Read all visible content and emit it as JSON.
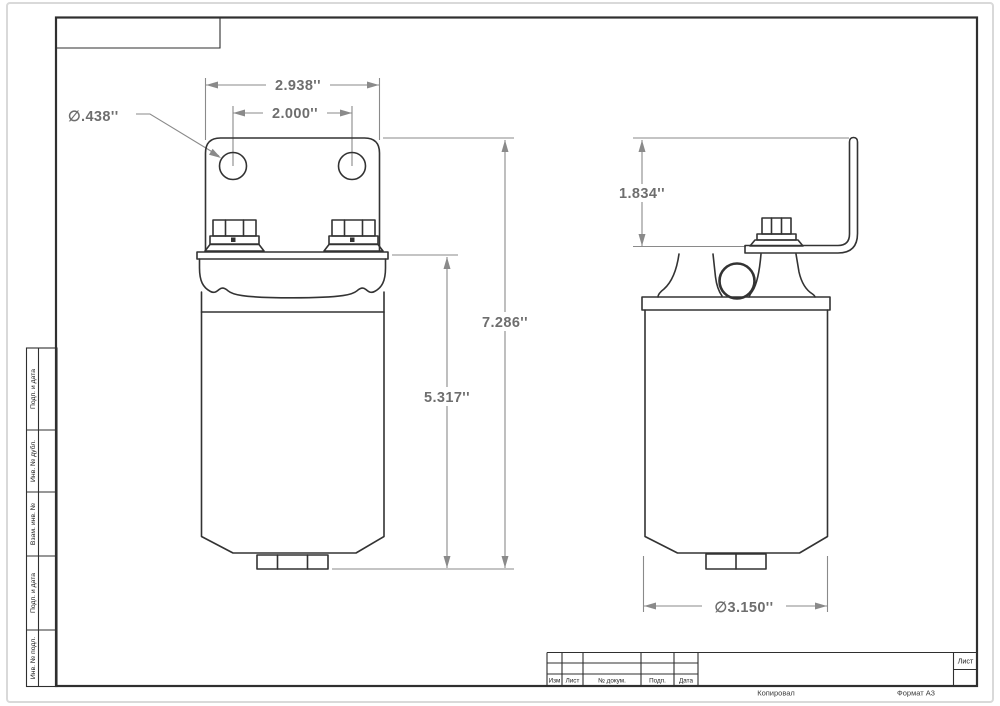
{
  "colors": {
    "paper": "#ffffff",
    "line": "#333333",
    "frame": "#2f2f2f",
    "dim": "#8a8a8a",
    "dim_text": "#6e6e6e",
    "border": "#d9d9d9"
  },
  "drawing": {
    "front_view": {
      "dim_outer_width": "2.938''",
      "dim_hole_spacing": "2.000''",
      "hole_diameter_label": "∅.438''",
      "dim_total_height": "7.286''",
      "dim_body_height": "5.317''"
    },
    "side_view": {
      "dim_bracket_height": "1.834''",
      "dim_body_diameter": "∅3.150''"
    }
  },
  "frame": {
    "sidebar_cells": [
      {
        "label": "Подп. и дата"
      },
      {
        "label": "Инв. № дубл."
      },
      {
        "label": "Взам. инв. №"
      },
      {
        "label": "Подп. и дата"
      },
      {
        "label": "Инв. № подл."
      }
    ],
    "title_block": {
      "columns": [
        "Изм",
        "Лист",
        "№ докум.",
        "Подп.",
        "Дата"
      ],
      "sheet_label": "Лист",
      "footer_copy": "Копировал",
      "footer_format": "Формат A3"
    }
  }
}
